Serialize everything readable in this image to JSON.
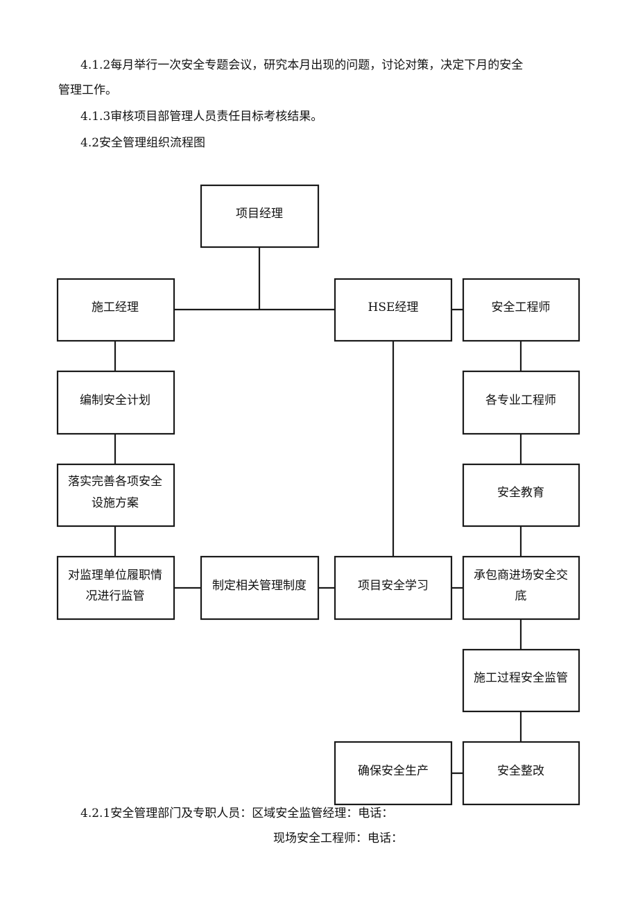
{
  "text": {
    "p1_line1": "4.1.2每月举行一次安全专题会议，研究本月出现的问题，讨论对策，决定下月的安全",
    "p1_line2": "管理工作。",
    "p2": "4.1.3审核项目部管理人员责任目标考核结果。",
    "p3": "4.2安全管理组织流程图",
    "p4": "4.2.1安全管理部门及专职人员：区域安全监管经理：电话：",
    "p5": "现场安全工程师：电话："
  },
  "flowchart": {
    "nodes": {
      "project_manager": "项目经理",
      "construction_manager": "施工经理",
      "hse_manager": "HSE经理",
      "safety_engineer": "安全工程师",
      "compile_plan": "编制安全计划",
      "specialty_engineers": "各专业工程师",
      "implement_measures_1": "落实完善各项安全",
      "implement_measures_2": "设施方案",
      "safety_education": "安全教育",
      "supervise_1": "对监理单位履职情",
      "supervise_2": "况进行监管",
      "formulate_rules": "制定相关管理制度",
      "project_learning": "项目安全学习",
      "contractor_briefing_1": "承包商进场安全交",
      "contractor_briefing_2": "底",
      "process_supervision": "施工过程安全监管",
      "ensure_production": "确保安全生产",
      "rectification": "安全整改"
    }
  }
}
